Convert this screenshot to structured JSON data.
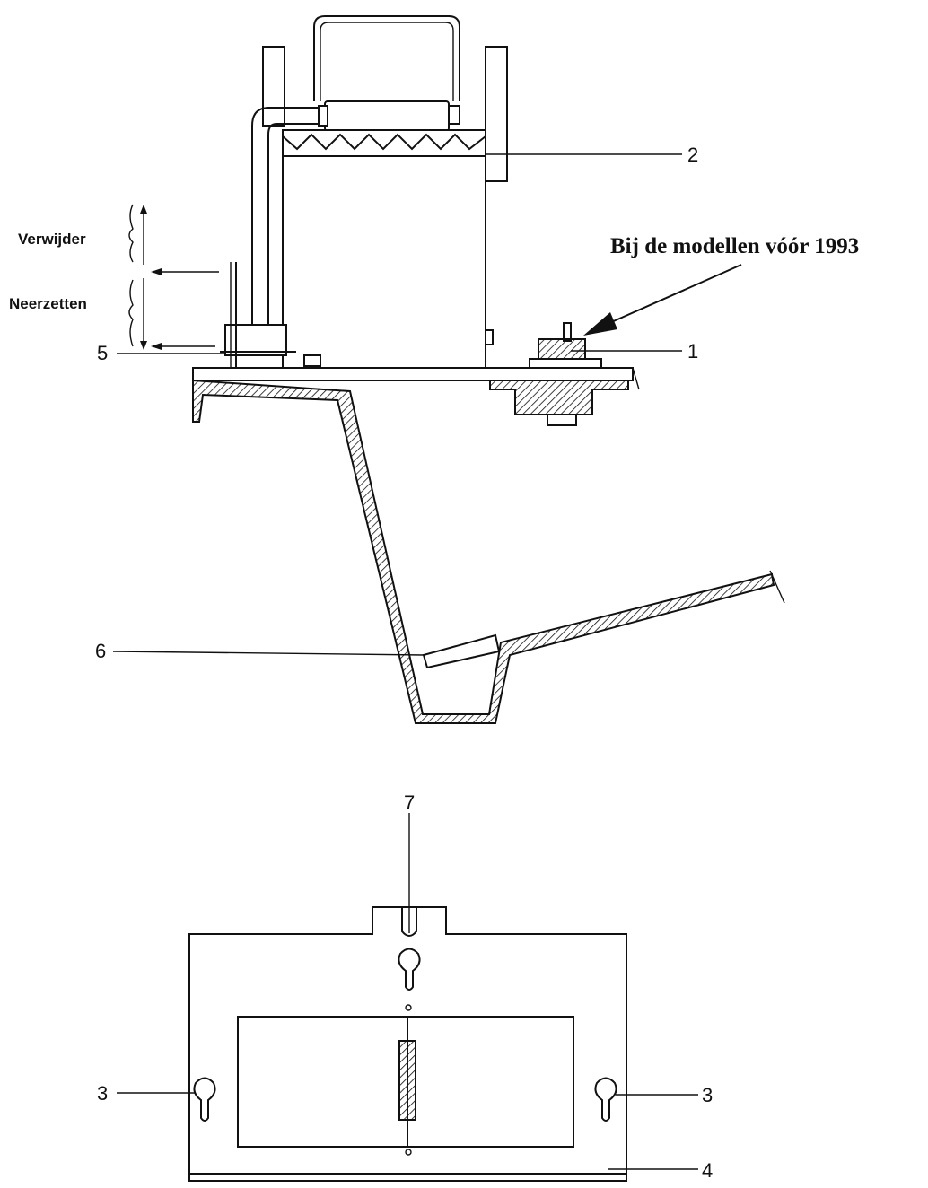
{
  "labels": {
    "callout_1": "1",
    "callout_2": "2",
    "callout_3_left": "3",
    "callout_3_right": "3",
    "callout_4": "4",
    "callout_5": "5",
    "callout_6": "6",
    "callout_7": "7"
  },
  "annotations": {
    "remove": "Verwijder",
    "place": "Neerzetten",
    "models_note": "Bij de modellen vóór 1993"
  }
}
